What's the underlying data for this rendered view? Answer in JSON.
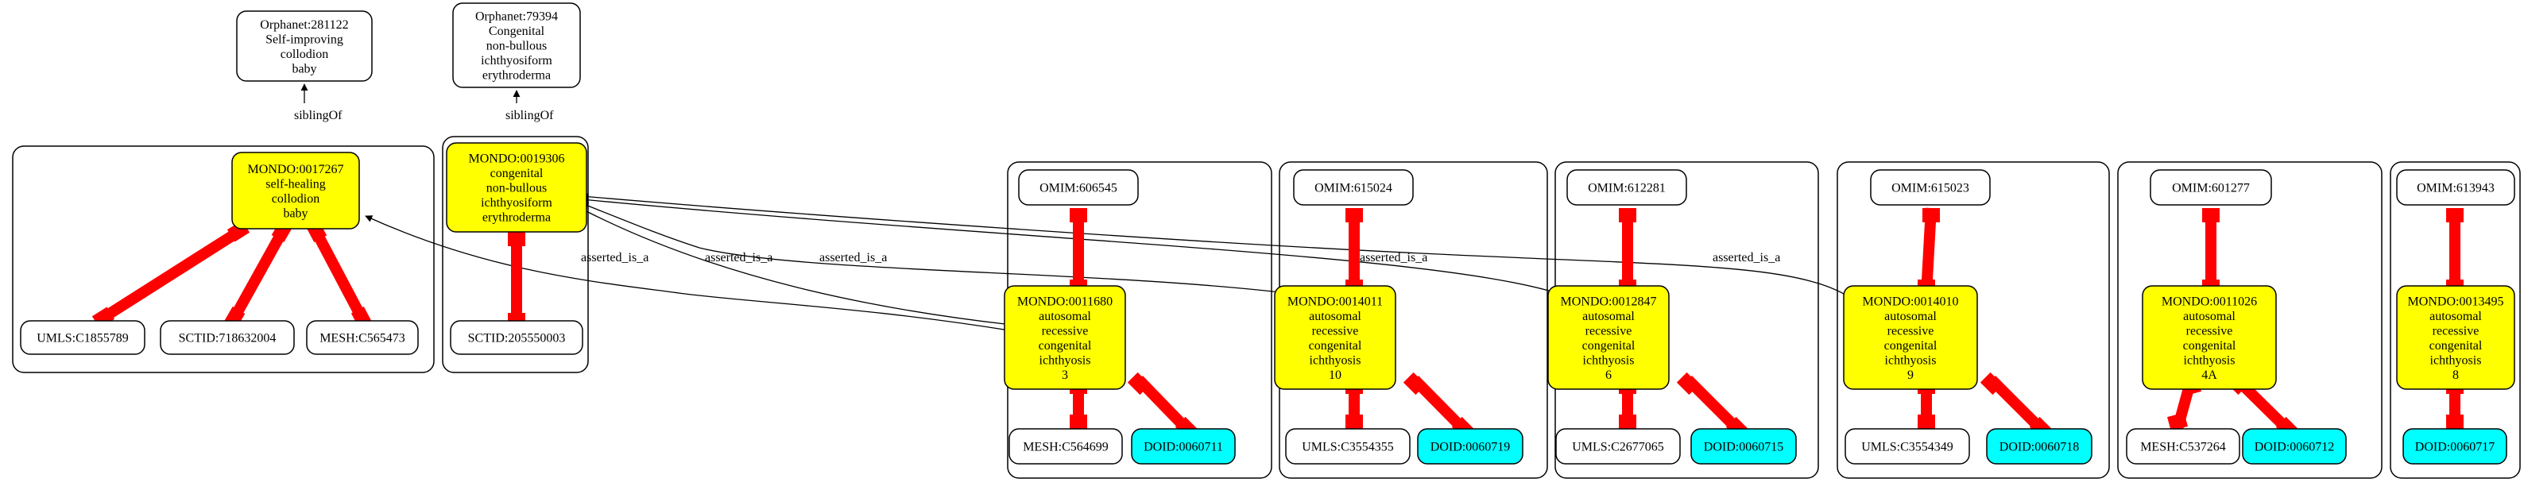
{
  "colors": {
    "mondo": "#ffff00",
    "doid": "#00ffff",
    "xref": "#ff0000",
    "plain": "#ffffff",
    "stroke": "#000000"
  },
  "edge_labels": {
    "sibling": "siblingOf",
    "asserted": "asserted_is_a"
  },
  "nodes": {
    "orph281122": [
      "Orphanet:281122",
      "Self-improving",
      "collodion",
      "baby"
    ],
    "orph79394": [
      "Orphanet:79394",
      "Congenital",
      "non-bullous",
      "ichthyosiform",
      "erythroderma"
    ],
    "m17267": [
      "MONDO:0017267",
      "self-healing",
      "collodion",
      "baby"
    ],
    "m19306": [
      "MONDO:0019306",
      "congenital",
      "non-bullous",
      "ichthyosiform",
      "erythroderma"
    ],
    "umls1855789": [
      "UMLS:C1855789"
    ],
    "sctid718632004": [
      "SCTID:718632004"
    ],
    "mesh565473": [
      "MESH:C565473"
    ],
    "sctid205550003": [
      "SCTID:205550003"
    ],
    "omim606545": [
      "OMIM:606545"
    ],
    "m11680": [
      "MONDO:0011680",
      "autosomal",
      "recessive",
      "congenital",
      "ichthyosis",
      "3"
    ],
    "mesh564699": [
      "MESH:C564699"
    ],
    "doid60711": [
      "DOID:0060711"
    ],
    "omim615024": [
      "OMIM:615024"
    ],
    "m14011": [
      "MONDO:0014011",
      "autosomal",
      "recessive",
      "congenital",
      "ichthyosis",
      "10"
    ],
    "umls3554355": [
      "UMLS:C3554355"
    ],
    "doid60719": [
      "DOID:0060719"
    ],
    "omim612281": [
      "OMIM:612281"
    ],
    "m12847": [
      "MONDO:0012847",
      "autosomal",
      "recessive",
      "congenital",
      "ichthyosis",
      "6"
    ],
    "umls2677065": [
      "UMLS:C2677065"
    ],
    "doid60715": [
      "DOID:0060715"
    ],
    "omim615023": [
      "OMIM:615023"
    ],
    "m14010": [
      "MONDO:0014010",
      "autosomal",
      "recessive",
      "congenital",
      "ichthyosis",
      "9"
    ],
    "umls3554349": [
      "UMLS:C3554349"
    ],
    "doid60718": [
      "DOID:0060718"
    ],
    "omim601277": [
      "OMIM:601277"
    ],
    "m11026": [
      "MONDO:0011026",
      "autosomal",
      "recessive",
      "congenital",
      "ichthyosis",
      "4A"
    ],
    "mesh537264": [
      "MESH:C537264"
    ],
    "doid60712": [
      "DOID:0060712"
    ],
    "omim613943": [
      "OMIM:613943"
    ],
    "m13495": [
      "MONDO:0013495",
      "autosomal",
      "recessive",
      "congenital",
      "ichthyosis",
      "8"
    ],
    "doid60717": [
      "DOID:0060717"
    ]
  }
}
